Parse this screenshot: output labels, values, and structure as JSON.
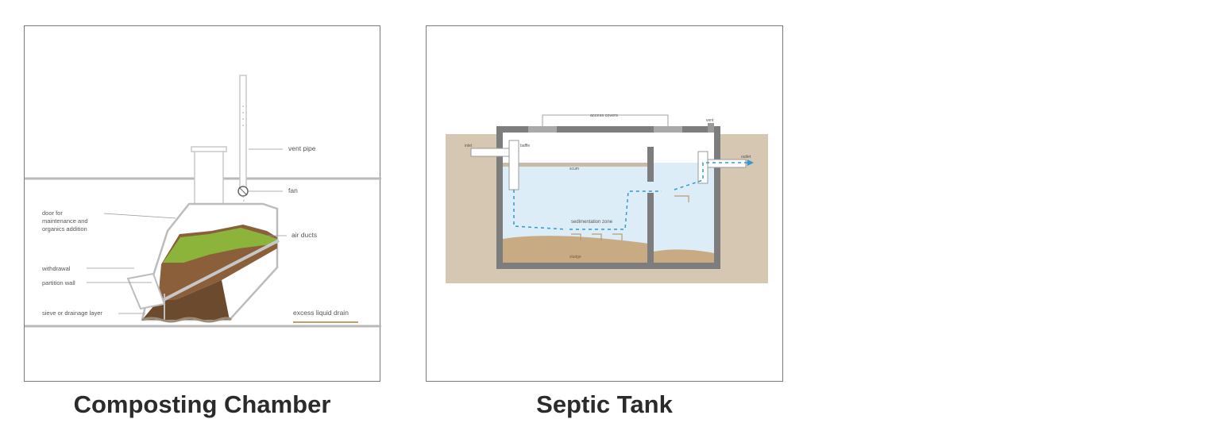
{
  "composting": {
    "caption": "Composting Chamber",
    "labels": {
      "vent_pipe": "vent pipe",
      "fan": "fan",
      "door_line1": "door for",
      "door_line2": "maintenance and",
      "door_line3": "organics addition",
      "air_ducts": "air ducts",
      "withdrawal": "withdrawal",
      "partition_wall": "partition wall",
      "sieve": "sieve or drainage layer",
      "excess_drain": "excess liquid drain"
    }
  },
  "septic": {
    "caption": "Septic Tank",
    "labels": {
      "access_covers": "access covers",
      "vent": "vent",
      "inlet": "inlet",
      "outlet": "outlet",
      "scum": "scum",
      "baffle": "baffle",
      "sedimentation_zone": "sedimentation zone",
      "sludge": "sludge"
    }
  },
  "colors": {
    "soil": "#d6c7b2",
    "wall": "#7d7d7d",
    "water": "#dcedf7",
    "flow": "#2f9ad6",
    "compost_dark": "#6b4a2e",
    "compost_green": "#8cb43a"
  }
}
